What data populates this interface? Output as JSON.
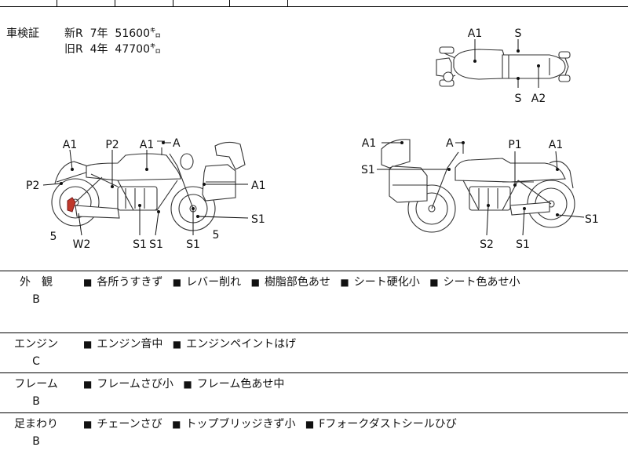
{
  "shaken": {
    "label": "車検証",
    "rows": [
      {
        "text": "新R  7年  51600㌔"
      },
      {
        "text": "旧R  4年  47700㌔"
      }
    ]
  },
  "top_view_labels": {
    "a1": "A1",
    "s_top": "S",
    "s_bottom": "S",
    "a2": "A2"
  },
  "left_view_labels": {
    "a1_rear": "A1",
    "p2_top": "P2",
    "a1_tank": "A1",
    "a_mirror": "A",
    "p2_side": "P2",
    "a1_bag": "A1",
    "s1_wheel": "S1",
    "num_5_left": "5",
    "w2": "W2",
    "s1_a": "S1",
    "s1_b": "S1",
    "s1_c": "S1",
    "num_5_right": "5"
  },
  "right_view_labels": {
    "a1_fairing": "A1",
    "a_mirror": "A",
    "p1": "P1",
    "a1_rear": "A1",
    "s1_fork": "S1",
    "s1_wheel": "S1",
    "s2": "S2",
    "s1_bottom": "S1"
  },
  "sections": [
    {
      "name": "外　観",
      "grade": "B",
      "items": [
        "各所うすきず",
        "レバー削れ",
        "樹脂部色あせ",
        "シート硬化小",
        "シート色あせ小"
      ]
    },
    {
      "name": "エンジン",
      "grade": "C",
      "items": [
        "エンジン音中",
        "エンジンペイントはげ"
      ]
    },
    {
      "name": "フレーム",
      "grade": "B",
      "items": [
        "フレームさび小",
        "フレーム色あせ中"
      ]
    },
    {
      "name": "足まわり",
      "grade": "B",
      "items": [
        "チェーンさび",
        "トップブリッジきず小",
        "Fフォークダストシールひび"
      ]
    }
  ]
}
